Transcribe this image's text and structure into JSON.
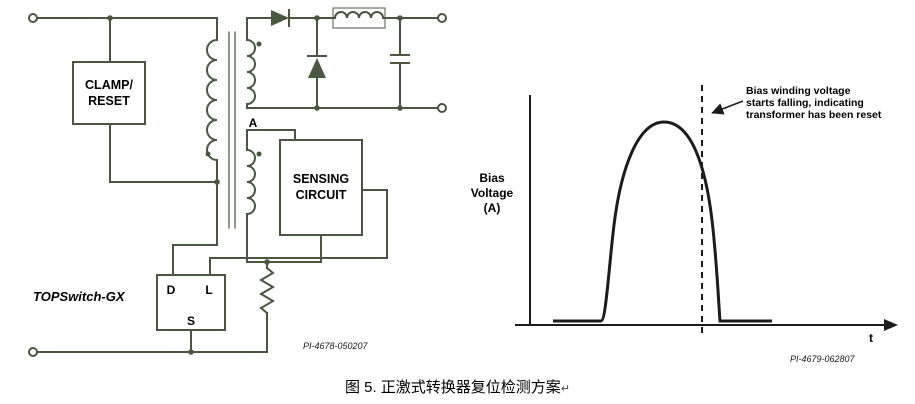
{
  "figure": {
    "caption": "图 5. 正激式转换器复位检测方案",
    "caption_mark": "↵"
  },
  "colors": {
    "wire": "#4a5740",
    "graph_line": "#1c1c1c",
    "text": "#000000",
    "background": "#ffffff"
  },
  "circuit": {
    "clamp_reset_line1": "CLAMP/",
    "clamp_reset_line2": "RESET",
    "sensing_line1": "SENSING",
    "sensing_line2": "CIRCUIT",
    "topswitch_label": "TOPSwitch-GX",
    "pin_d": "D",
    "pin_l": "L",
    "pin_s": "S",
    "node_a": "A",
    "part_number": "PI-4678-050207"
  },
  "graph": {
    "y_axis_line1": "Bias",
    "y_axis_line2": "Voltage",
    "y_axis_line3": "(A)",
    "x_axis_label": "t",
    "annotation_line1": "Bias winding voltage",
    "annotation_line2": "starts falling, indicating",
    "annotation_line3": "transformer has been reset",
    "part_number": "PI-4679-062807"
  }
}
